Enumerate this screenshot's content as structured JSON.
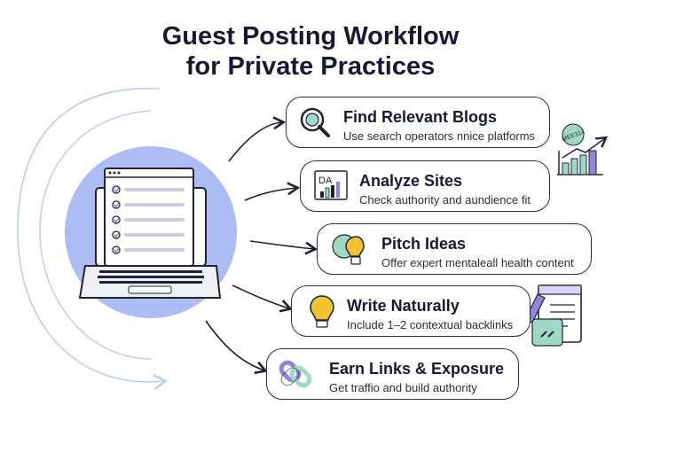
{
  "title": {
    "line1": "Guest Posting Workflow",
    "line2": "for Private Practices"
  },
  "steps": [
    {
      "title": "Find Relevant Blogs",
      "desc": "Use search operators nnice platforms",
      "icon": "magnifier-icon"
    },
    {
      "title": "Analyze Sites",
      "desc": "Check authority and aundience fit",
      "icon": "da-chart-icon",
      "badge": "DA"
    },
    {
      "title": "Pitch Ideas",
      "desc": "Offer expert mentaleall health content",
      "icon": "lightbulb-icon"
    },
    {
      "title": "Write Naturally",
      "desc": "Include 1–2 contextual backlinks",
      "icon": "lightbulb-icon"
    },
    {
      "title": "Earn Links & Exposure",
      "desc": "Get traffio and build authority",
      "icon": "link-icon"
    }
  ],
  "decor": {
    "chart_badge": "MEE314"
  },
  "colors": {
    "circle": "#aebcf5",
    "ring": "#b9cde8",
    "accent": "#f2c230",
    "teal": "#9fd8c4",
    "purple": "#7b6fd6"
  }
}
